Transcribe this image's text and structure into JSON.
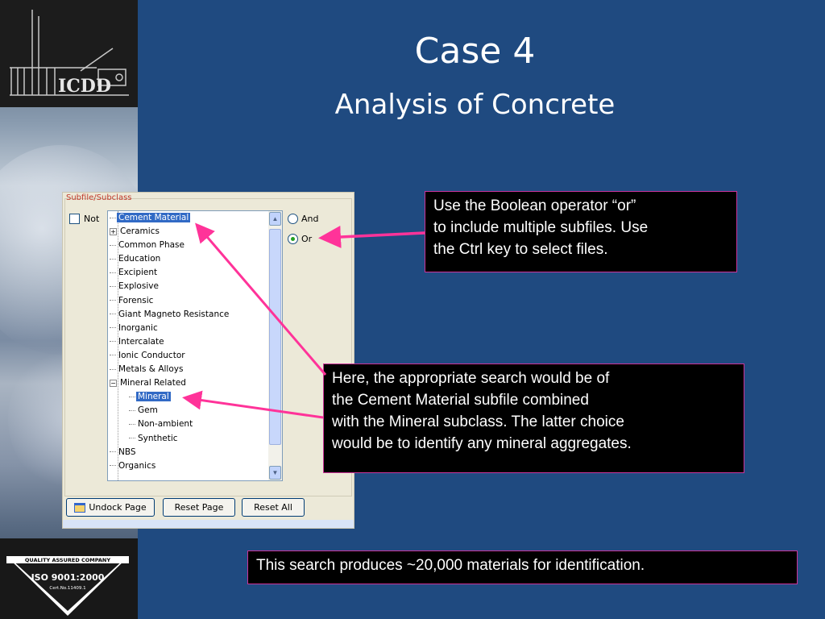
{
  "slide": {
    "title": "Case 4",
    "subtitle": "Analysis of Concrete"
  },
  "panel": {
    "legend": "Subfile/Subclass",
    "not_label": "Not",
    "radio_and": "And",
    "radio_or": "Or",
    "tree_items": [
      {
        "label": "Cement Material",
        "level": 0,
        "selected": true
      },
      {
        "label": "Ceramics",
        "level": 0,
        "expander": "+"
      },
      {
        "label": "Common Phase",
        "level": 0
      },
      {
        "label": "Education",
        "level": 0
      },
      {
        "label": "Excipient",
        "level": 0
      },
      {
        "label": "Explosive",
        "level": 0
      },
      {
        "label": "Forensic",
        "level": 0
      },
      {
        "label": "Giant Magneto Resistance",
        "level": 0
      },
      {
        "label": "Inorganic",
        "level": 0
      },
      {
        "label": "Intercalate",
        "level": 0
      },
      {
        "label": "Ionic Conductor",
        "level": 0
      },
      {
        "label": "Metals & Alloys",
        "level": 0
      },
      {
        "label": "Mineral Related",
        "level": 0,
        "expander": "-"
      },
      {
        "label": "Mineral",
        "level": 1,
        "selected": true
      },
      {
        "label": "Gem",
        "level": 1
      },
      {
        "label": "Non-ambient",
        "level": 1
      },
      {
        "label": "Synthetic",
        "level": 1
      },
      {
        "label": "NBS",
        "level": 0
      },
      {
        "label": "Organics",
        "level": 0
      }
    ],
    "buttons": {
      "undock": "Undock Page",
      "reset_page": "Reset Page",
      "reset_all": "Reset All"
    }
  },
  "callouts": {
    "boolean_lines": [
      "Use the Boolean operator “or”",
      "to include multiple subfiles. Use",
      "the Ctrl key to select files."
    ],
    "search_lines": [
      "Here, the appropriate search would be of",
      "the Cement Material subfile combined",
      "with the Mineral subclass. The latter choice",
      "would be to identify any mineral aggregates."
    ],
    "result": "This search produces ~20,000 materials for identification."
  },
  "logos": {
    "top": "ICDD",
    "bottom_lines": [
      "QUALITY ASSURED COMPANY",
      "ISO 9001:2000",
      "Cert.No.11409.1"
    ]
  },
  "colors": {
    "background": "#1f4a80",
    "callout_border": "#cc3399",
    "arrow": "#ff3399",
    "selection": "#316ac5"
  },
  "icons": {
    "radio_checked": "radio-checked-icon",
    "undock": "window-icon"
  }
}
